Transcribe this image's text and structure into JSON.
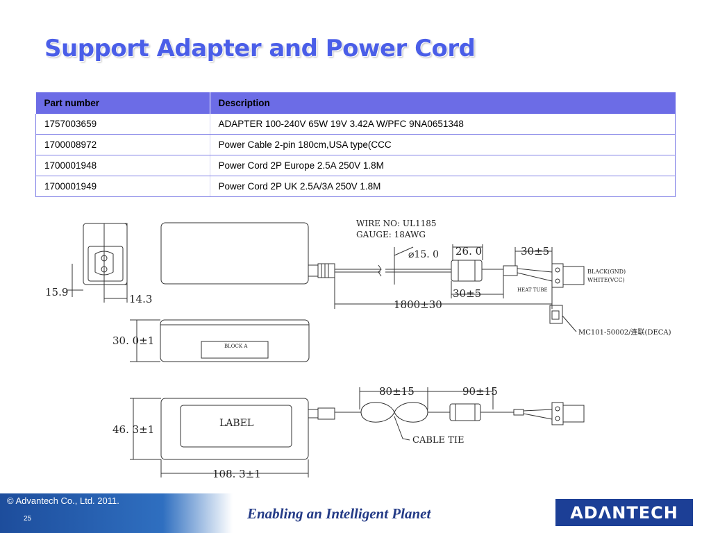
{
  "slide": {
    "title": "Support Adapter and Power Cord"
  },
  "table": {
    "headers": [
      "Part number",
      "Description"
    ],
    "rows": [
      [
        "1757003659",
        "ADAPTER 100-240V 65W 19V 3.42A W/PFC 9NA0651348"
      ],
      [
        "1700008972",
        "Power Cable 2-pin 180cm,USA type(CCC"
      ],
      [
        "1700001948",
        "Power Cord 2P Europe 2.5A 250V 1.8M"
      ],
      [
        "1700001949",
        "Power Cord 2P UK 2.5A/3A 250V 1.8M"
      ]
    ]
  },
  "drawing": {
    "wire_no": "WIRE NO: UL1185",
    "gauge": "GAUGE:  18AWG",
    "dia": "⌀15. 0",
    "dim_26": "26. 0",
    "dim_30a": "30±5",
    "dim_30b": "30±5",
    "dim_1800": "1800±30",
    "black": "BLACK(GND)",
    "white": "WHITE(VCC)",
    "heat_tube": "HEAT TUBE",
    "connector": "MC101-50002/连联(DECA)",
    "dim_159": "15.9",
    "dim_143": "14.3",
    "dim_30h": "30. 0±1",
    "block_a": "BLOCK A",
    "dim_80": "80±15",
    "dim_90": "90±15",
    "label": "LABEL",
    "cable_tie": "CABLE TIE",
    "dim_463": "46. 3±1",
    "dim_1083": "108. 3±1"
  },
  "footer": {
    "copyright": "© Advantech Co., Ltd. 2011.",
    "page_number": "25",
    "tagline": "Enabling an Intelligent Planet",
    "logo": "ADΛNTECH",
    "colors": {
      "title": "#4a5ee8",
      "header_bg": "#6c6ce6",
      "footer_blue": "#1d4d9c",
      "logo_bg": "#1c3f96"
    }
  }
}
